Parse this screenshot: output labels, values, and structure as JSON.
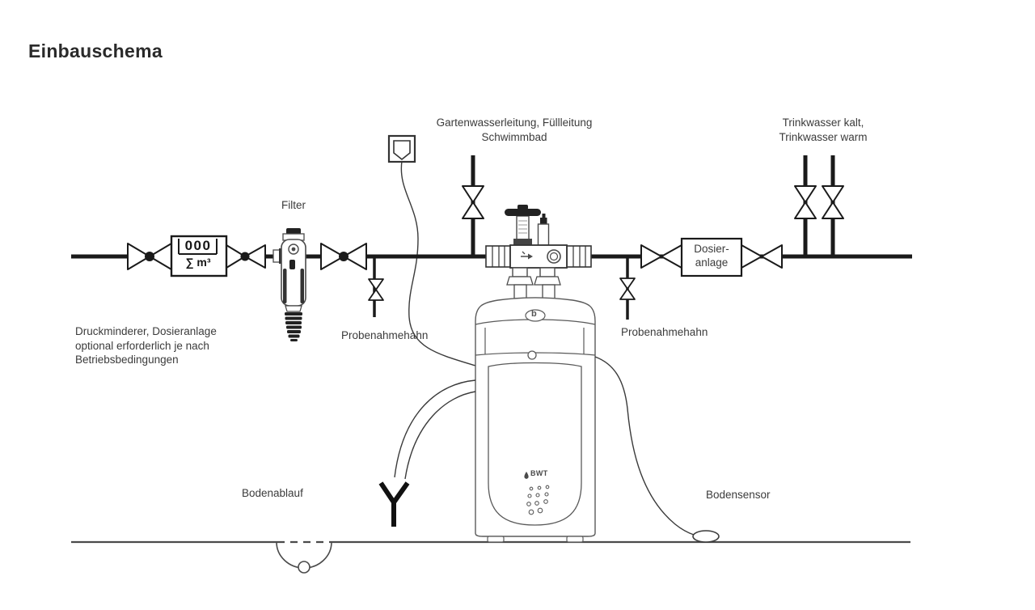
{
  "title": "Einbauschema",
  "labels": {
    "garden": {
      "line1": "Gartenwasserleitung, Füllleitung",
      "line2": "Schwimmbad"
    },
    "drinking": {
      "line1": "Trinkwasser kalt,",
      "line2": "Trinkwasser warm"
    },
    "filter": "Filter",
    "pressure_note": {
      "line1": "Druckminderer, Dosieranlage",
      "line2": "optional erforderlich je nach",
      "line3": "Betriebsbedingungen"
    },
    "sampling_left": "Probenahmehahn",
    "sampling_right": "Probenahmehahn",
    "dosing": {
      "line1": "Dosier-",
      "line2": "anlage"
    },
    "floor_drain": "Bodenablauf",
    "floor_sensor": "Bodensensor"
  },
  "meter": {
    "reading": "000",
    "unit": "∑ m³"
  },
  "softener": {
    "logo_top": "b",
    "logo_front": "BWT"
  },
  "colors": {
    "pipe": "#1a1a1a",
    "text": "#3b3b3b",
    "device_line": "#4a4a4a",
    "tank_line": "#5a5a5a",
    "ground": "#4a4a4a",
    "background": "#ffffff"
  }
}
